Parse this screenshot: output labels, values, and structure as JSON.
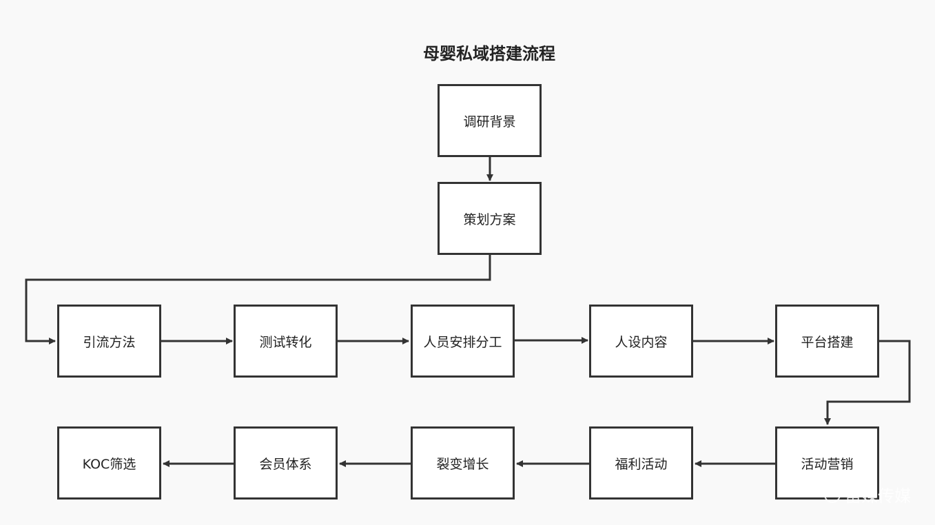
{
  "title": "母婴私域搭建流程",
  "nodes": {
    "research": "调研背景",
    "planning": "策划方案",
    "traffic": "引流方法",
    "conversion": "测试转化",
    "staffing": "人员安排分工",
    "persona": "人设内容",
    "platform": "平台搭建",
    "marketing": "活动营销",
    "benefits": "福利活动",
    "fission": "裂变增长",
    "membership": "会员体系",
    "koc": "KOC筛选"
  },
  "watermark": "富媒传媒",
  "colors": {
    "line": "#333333",
    "background": "#f9f9f9",
    "node_fill": "#ffffff"
  }
}
